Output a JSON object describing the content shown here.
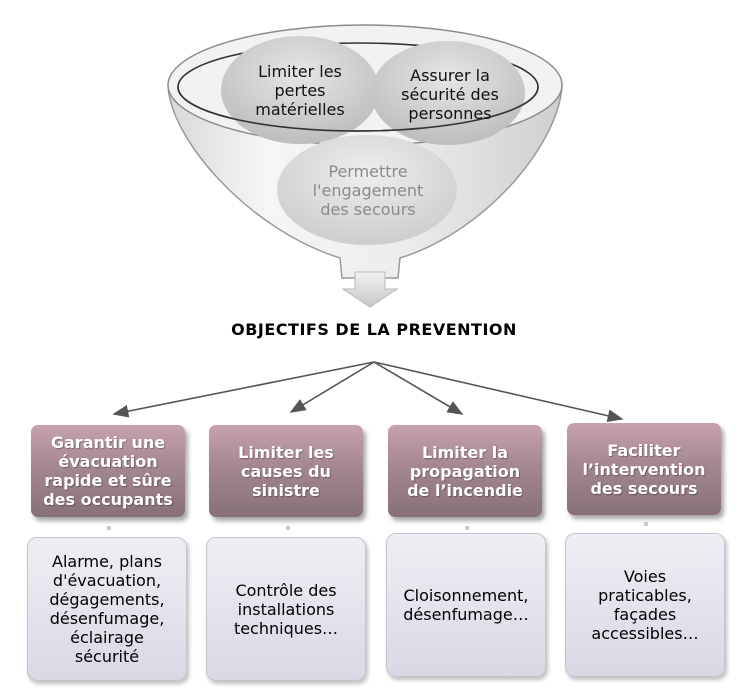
{
  "funnel": {
    "items": [
      {
        "label": "Limiter les\npertes\nmatérielles"
      },
      {
        "label": "Assurer la\nsécurité des\npersonnes"
      },
      {
        "label": "Permettre\nl'engagement\ndes secours"
      }
    ]
  },
  "title": "OBJECTIFS DE LA PREVENTION",
  "columns": [
    {
      "heading": "Garantir une\névacuation\nrapide et sûre\ndes occupants",
      "detail": "Alarme, plans\nd'évacuation,\ndégagements,\ndésenfumage,\néclairage\nsécurité"
    },
    {
      "heading": "Limiter les\ncauses du\nsinistre",
      "detail": "Contrôle des\ninstallations\ntechniques…"
    },
    {
      "heading": "Limiter la\npropagation\nde l’incendie",
      "detail": "Cloisonnement,\ndésenfumage…"
    },
    {
      "heading": "Faciliter\nl’intervention\ndes secours",
      "detail": "Voies\npraticables,\nfaçades\naccessibles…"
    }
  ],
  "colors": {
    "heading_box": "#a48792",
    "detail_box": "#e4e4ee",
    "arrow": "#555555"
  }
}
